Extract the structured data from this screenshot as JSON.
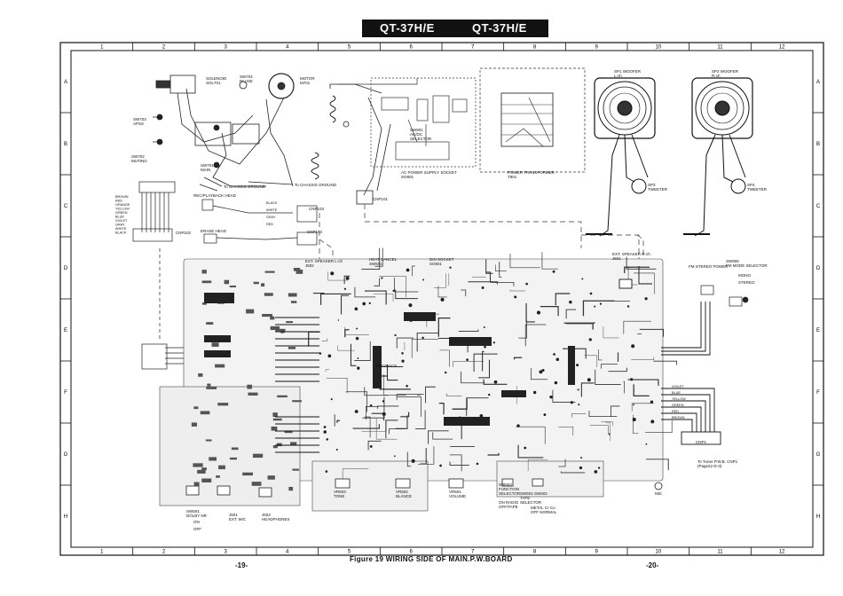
{
  "header": {
    "title_left": "QT-37H/E",
    "title_right": "QT-37H/E"
  },
  "grid": {
    "columns": [
      "1",
      "2",
      "3",
      "4",
      "5",
      "6",
      "7",
      "8",
      "9",
      "10",
      "11",
      "12"
    ],
    "rows": [
      "A",
      "B",
      "C",
      "D",
      "E",
      "F",
      "G",
      "H"
    ]
  },
  "footer": {
    "caption": "Figure 19 WIRING SIDE OF MAIN.P.W.BOARD",
    "page_left": "-19-",
    "page_right": "-20-"
  },
  "components": {
    "solenoid": "SOLENOID\nSOL701",
    "sw704": "SW704\nPAUSE",
    "motor": "MOTOR\nM701",
    "sw703": "SW703\nAPSS",
    "sw702": "SW702\nMUTING",
    "sw701": "SW701\nMAIN",
    "chassis1": "To CHASSIS GROUND",
    "chassis2": "To CHASSIS GROUND",
    "recplay": "REC/PLAYBACK HEAD",
    "erase": "ERASE HEAD",
    "cnp103": "CNP103",
    "cnp104": "CNP104",
    "cnp102": "CNP102",
    "cnp101": "CNP101",
    "sw901": "SW901\nAC/DC\nSELECTOR",
    "acsocket": "AC POWER SUPPLY SOCKET\nSO901",
    "transformer": "POWER TRANSFORMER\nT901",
    "sp1": "SP1 WOOFER\nL-ch",
    "sp2": "SP2 WOOFER\nR-ch",
    "sp3": "SP3\nTWEETER",
    "sp4": "SP4\nTWEETER",
    "extL": "EXT. SPEAKER L-ch\nJ502",
    "heat": "HEAT CANCEL\nSW501",
    "din": "DIN SOCKET\nSO501",
    "extR": "EXT. SPEAKER R-ch\nJ501",
    "fmstereo": "FM STEREO POWER",
    "fmmode": "SW906\nFM MODE SELECTOR",
    "mono": "MONO",
    "stereo": "STEREO",
    "playback": "PLAYBACK",
    "cnp1": "CNP1",
    "tuner": "To Tuner P.W.B. CNP1\n(Page22-D-3)",
    "vr503": "VR503\nTONE",
    "vr502": "VR502\nBLANCE",
    "vr501": "VR501\nVOLUME",
    "sw503": "SW503\nFUNCTION\nSELECTOR",
    "radio": "ON RADIO\nOFF/TAPE",
    "sw502": "SW502 SW502\nTAPE\nSELECTOR",
    "metal": "METAL  Cr·Co\nOFF  NORMAL",
    "sw501": "SW501\nDOLBY NR",
    "on": "ON",
    "off": "OFF",
    "j501": "J501\nEXT. MIC",
    "j503": "J503\nHEADPHONES",
    "mic": "MIC"
  },
  "wire_colors": {
    "left_harness": [
      "BROWN",
      "RED",
      "ORANGE",
      "YELLOW",
      "GREEN",
      "BLUE",
      "VIOLET",
      "GRAY",
      "WHITE",
      "BLACK"
    ],
    "right_harness": [
      "VIOLET",
      "BLUE",
      "YELLOW",
      "GREEN",
      "RED",
      "BROWN"
    ],
    "head": [
      "BLACK",
      "WHITE",
      "GRAY",
      "RED"
    ]
  }
}
